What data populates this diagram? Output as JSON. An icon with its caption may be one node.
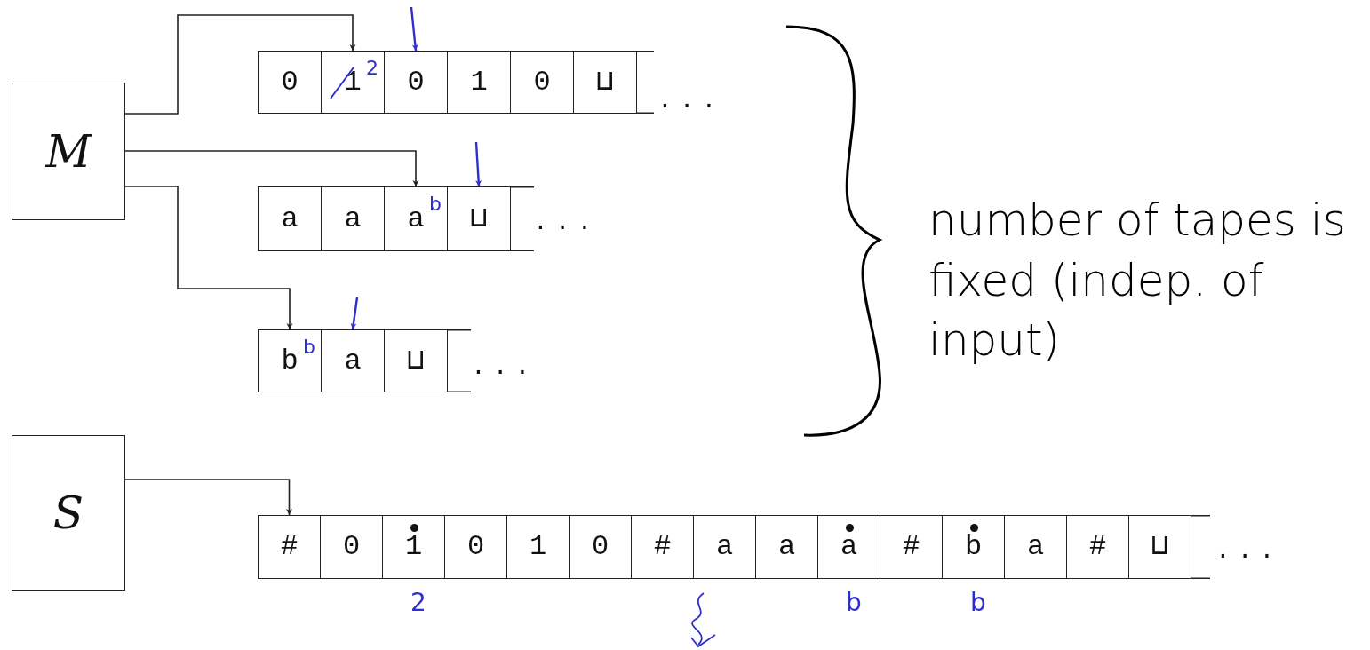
{
  "diagram": {
    "nodes": [
      {
        "text": [
          "M"
        ]
      },
      {
        "text": [
          "0"
        ]
      },
      {
        "text": [
          "1",
          "2"
        ]
      },
      {
        "text": [
          "0"
        ]
      },
      {
        "text": [
          "1"
        ]
      },
      {
        "text": [
          "0"
        ]
      },
      {
        "text": [
          "⊔"
        ]
      },
      {
        "text": [
          "a"
        ]
      },
      {
        "text": [
          "a"
        ]
      },
      {
        "text": [
          "a",
          "b"
        ]
      },
      {
        "text": [
          "⊔"
        ]
      },
      {
        "text": [
          "b",
          "b"
        ]
      },
      {
        "text": [
          "a"
        ]
      },
      {
        "text": [
          "⊔"
        ]
      },
      {
        "text": [
          "S"
        ]
      },
      {
        "text": [
          "#"
        ]
      },
      {
        "text": [
          "0"
        ]
      },
      {
        "text": [
          "1"
        ],
        "beside": [
          "2"
        ]
      },
      {
        "text": [
          "0"
        ]
      },
      {
        "text": [
          "1"
        ]
      },
      {
        "text": [
          "0"
        ]
      },
      {
        "text": [
          "#"
        ]
      },
      {
        "text": [
          "a"
        ]
      },
      {
        "text": [
          "a"
        ]
      },
      {
        "text": [
          "a"
        ],
        "beside": [
          "b"
        ]
      },
      {
        "text": [
          "#"
        ]
      },
      {
        "text": [
          "b"
        ],
        "beside": [
          "b"
        ]
      },
      {
        "text": [
          "a"
        ]
      },
      {
        "text": [
          "#"
        ]
      },
      {
        "text": [
          "⊔"
        ]
      }
    ],
    "edges": [
      {
        "from": 0,
        "to": 2,
        "arrow": "to"
      },
      {
        "from": 0,
        "to": 9,
        "arrow": "to"
      },
      {
        "from": 0,
        "to": 11,
        "arrow": "to"
      },
      {
        "from": 14,
        "to": 15,
        "arrow": "to"
      },
      {
        "from": null,
        "to": 3,
        "arrow": "to",
        "color": "#2f2fd0"
      },
      {
        "from": null,
        "to": 10,
        "arrow": "to",
        "color": "#2f2fd0"
      },
      {
        "from": null,
        "to": 12,
        "arrow": "to",
        "color": "#2f2fd0"
      }
    ],
    "labels": [
      "...",
      "...",
      "...",
      "...",
      "number of tapes is fixed (indep. of input)"
    ]
  }
}
